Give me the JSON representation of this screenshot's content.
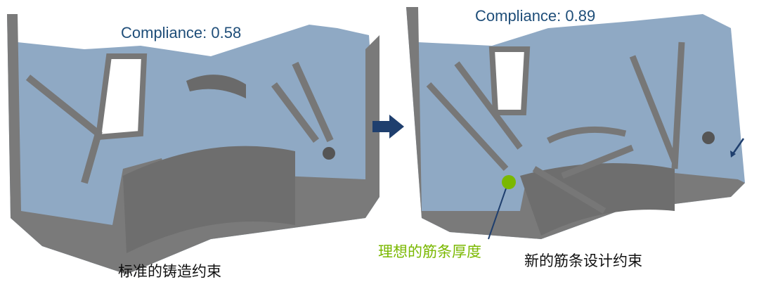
{
  "left_panel": {
    "compliance_label": "Compliance: 0.58",
    "caption": "标准的铸造约束"
  },
  "right_panel": {
    "compliance_label": "Compliance: 0.89",
    "rib_thickness_label": "理想的筋条厚度",
    "caption": "新的筋条设计约束"
  },
  "colors": {
    "metal_gray": "#7a7a7a",
    "surface_blue": "#8fa9c4",
    "arrow_navy": "#1f3f6e",
    "marker_green": "#7ab800",
    "compliance_text": "#1f4e79"
  }
}
